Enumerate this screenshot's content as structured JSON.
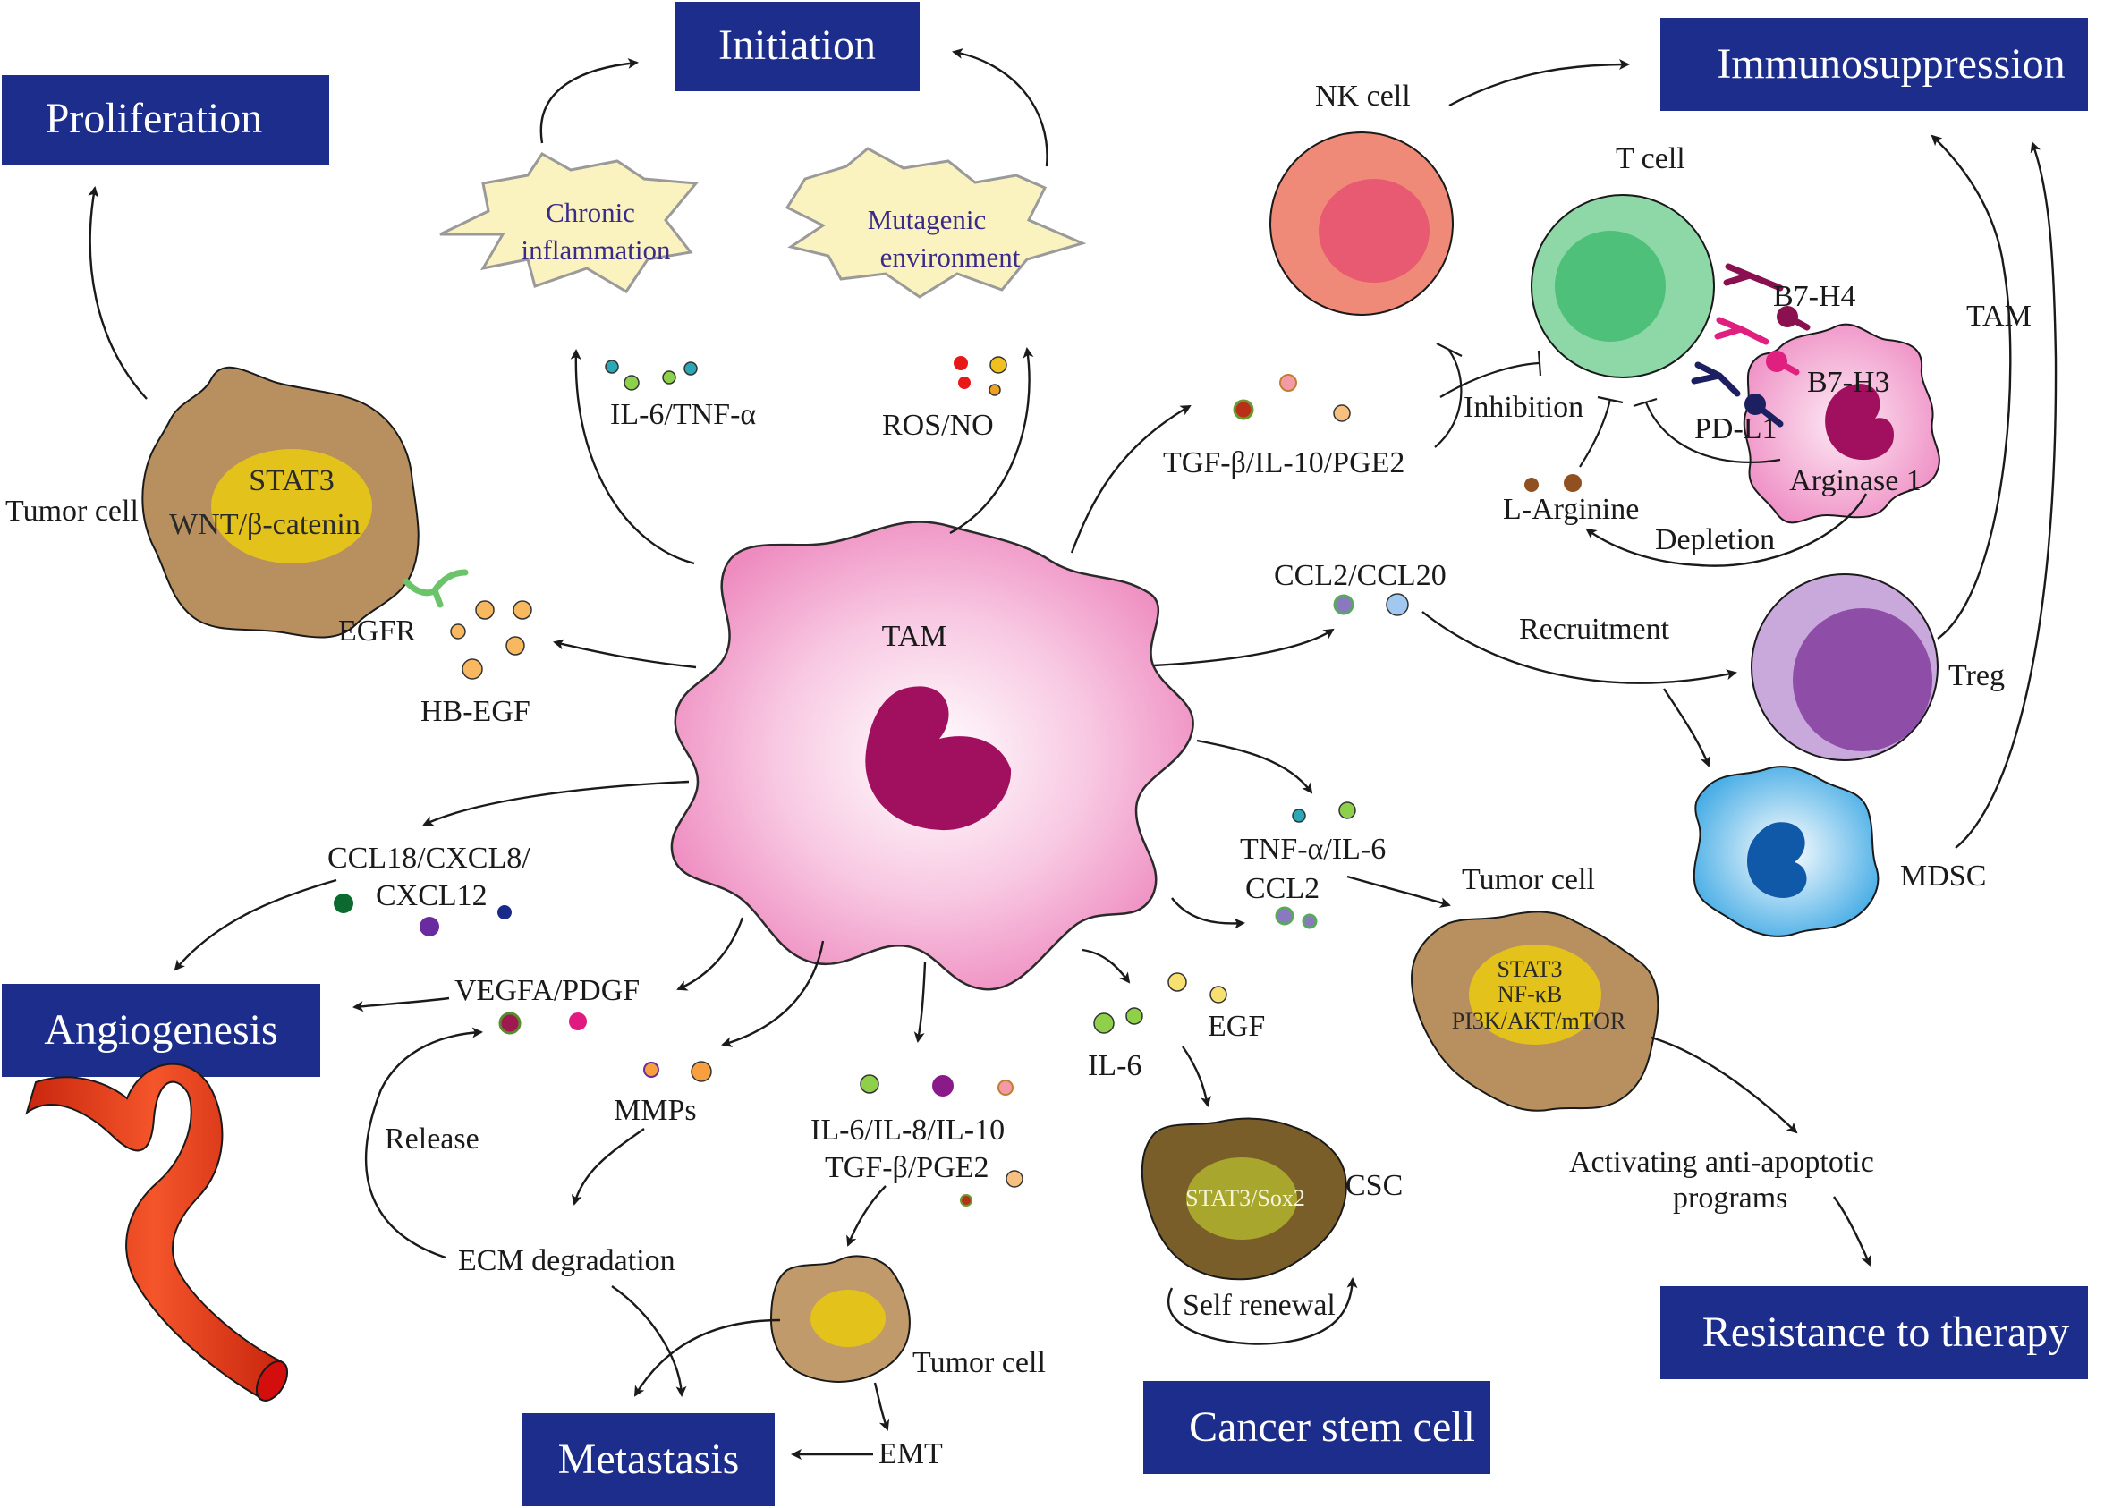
{
  "outcomes": {
    "initiation": "Initiation",
    "proliferation": "Proliferation",
    "immunosuppression": "Immunosuppression",
    "angiogenesis": "Angiogenesis",
    "metastasis": "Metastasis",
    "cancer_stem_cell": "Cancer stem cell",
    "resistance": "Resistance to therapy"
  },
  "colors": {
    "box_fill": "#1c2d8c",
    "tam_pink": "#ef8fc4",
    "nucleus": "#a0105e",
    "tumor_cell": "#b89060",
    "tumor_nucleus": "#e4c21c",
    "star_fill": "#faf3bf",
    "nk_cell": "#ef8a78",
    "t_cell": "#5cc88a",
    "treg": "#8e4ea8",
    "mdsc": "#59b4e8",
    "csc": "#7a5e2a",
    "vessel": "#e8401e"
  },
  "stars": {
    "chronic_line1": "Chronic",
    "chronic_line2": "inflammation",
    "mutagenic_line1": "Mutagenic",
    "mutagenic_line2": "environment"
  },
  "cells": {
    "central_tam": "TAM",
    "tam_right": "TAM",
    "nk_cell": "NK cell",
    "t_cell": "T cell",
    "treg": "Treg",
    "mdsc": "MDSC",
    "tumor_cell_left": "Tumor cell",
    "tumor_cell_right": "Tumor cell",
    "tumor_cell_bottom": "Tumor cell",
    "csc": "CSC"
  },
  "inner": {
    "left_line1": "STAT3",
    "left_line2": "WNT/β-catenin",
    "right_line1": "STAT3",
    "right_line2": "NF-κB",
    "right_line3": "PI3K/AKT/mTOR",
    "csc": "STAT3/Sox2",
    "arginase": "Arginase 1"
  },
  "mediators": {
    "il6_tnfa": "IL-6/TNF-α",
    "ros_no": "ROS/NO",
    "tgfb_il10_pge2": "TGF-β/IL-10/PGE2",
    "egfr": "EGFR",
    "hb_egf": "HB-EGF",
    "ccl2_ccl20": "CCL2/CCL20",
    "ccl18_line1": "CCL18/CXCL8/",
    "ccl18_line2": "CXCL12",
    "vegfa_pdgf": "VEGFA/PDGF",
    "mmps": "MMPs",
    "il6_il8_il10": "IL-6/IL-8/IL-10",
    "tgfb_pge2": "TGF-β/PGE2",
    "tnfa_il6": "TNF-α/IL-6",
    "ccl2": "CCL2",
    "il6": "IL-6",
    "egf": "EGF",
    "l_arginine": "L-Arginine"
  },
  "receptors": {
    "b7h4": "B7-H4",
    "b7h3": "B7-H3",
    "pdl1": "PD-L1"
  },
  "processes": {
    "inhibition": "Inhibition",
    "depletion": "Depletion",
    "recruitment": "Recruitment",
    "release": "Release",
    "ecm_degradation": "ECM degradation",
    "emt": "EMT",
    "self_renewal": "Self renewal",
    "anti_apoptotic_line1": "Activating anti-apoptotic",
    "anti_apoptotic_line2": "programs"
  }
}
